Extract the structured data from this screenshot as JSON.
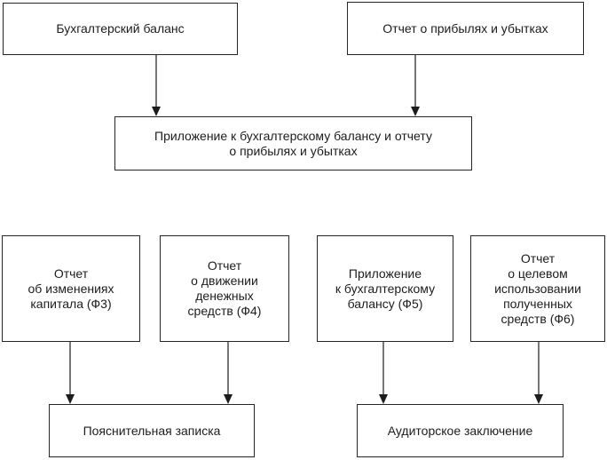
{
  "page": {
    "background_color": "#ffffff",
    "text_color": "#1c1c1c",
    "border_color": "#262626"
  },
  "diagram": {
    "nodes": [
      {
        "id": "balance-sheet",
        "label": "Бухгалтерский баланс"
      },
      {
        "id": "profit-loss",
        "label": "Отчет о прибылях и убытках"
      },
      {
        "id": "appendix",
        "label": "Приложение к бухгалтерскому балансу и отчету\nо прибылях и убытках"
      },
      {
        "id": "f3",
        "label": "Отчет\nоб изменениях\nкапитала (Ф3)"
      },
      {
        "id": "f4",
        "label": "Отчет\nо движении\nденежных\nсредств (Ф4)"
      },
      {
        "id": "f5",
        "label": "Приложение\nк бухгалтерскому\nбалансу (Ф5)"
      },
      {
        "id": "f6",
        "label": "Отчет\nо целевом\nиспользовании\nполученных\nсредств (Ф6)"
      },
      {
        "id": "explanatory-note",
        "label": "Пояснительная записка"
      },
      {
        "id": "audit-report",
        "label": "Аудиторское заключение"
      }
    ],
    "edges": [
      {
        "from": "balance-sheet",
        "to": "appendix"
      },
      {
        "from": "profit-loss",
        "to": "appendix"
      },
      {
        "from": "f3",
        "to": "explanatory-note"
      },
      {
        "from": "f4",
        "to": "explanatory-note"
      },
      {
        "from": "f5",
        "to": "audit-report"
      },
      {
        "from": "f6",
        "to": "audit-report"
      }
    ]
  }
}
